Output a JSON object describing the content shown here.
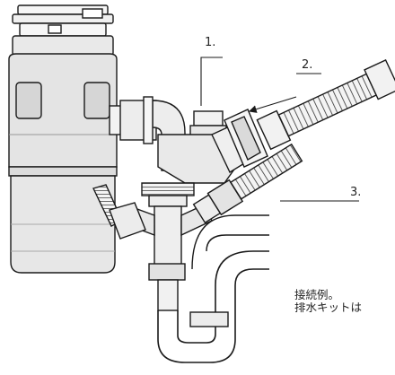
{
  "callouts": {
    "label_1": "1.",
    "label_2": "2.",
    "label_3": "3."
  },
  "caption": {
    "line_1": "接続例。",
    "line_2": "排水キットは"
  },
  "colors": {
    "outline": "#1a1a1a",
    "shading": "#6b6b6b",
    "light_fill": "#f2f2f2",
    "body_fill": "#e6e6e6"
  },
  "icons": {
    "disposer": "garbage-disposer-illustration",
    "trap": "p-trap-pipe-illustration",
    "hose": "corrugated-hose-illustration",
    "drain_hose": "drain-hose-illustration",
    "arrow": "arrow-icon"
  }
}
